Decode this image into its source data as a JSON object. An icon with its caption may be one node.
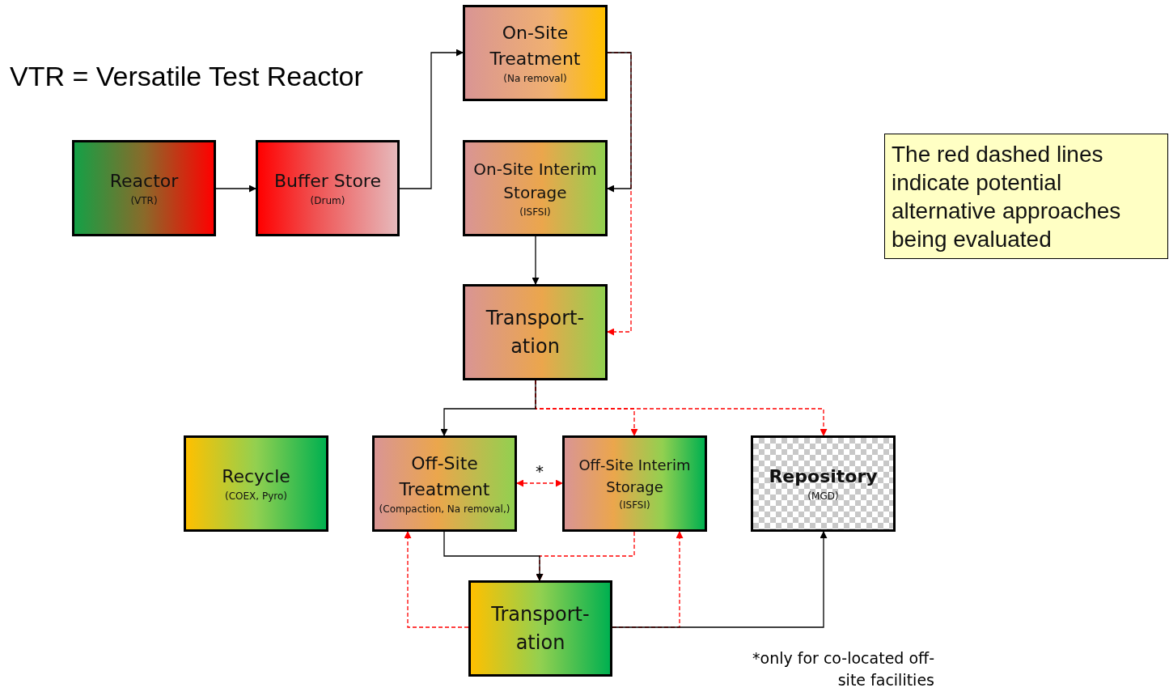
{
  "diagram": {
    "nodes": [
      {
        "text": [
          "Reactor",
          "(VTR)"
        ]
      },
      {
        "text": [
          "Buffer Store",
          "(Drum)"
        ]
      },
      {
        "text": [
          "On-Site Treatment",
          "(Na removal)"
        ]
      },
      {
        "text": [
          "On-Site Interim Storage",
          "(ISFSI)"
        ]
      },
      {
        "text": [
          "Transport- ation"
        ]
      },
      {
        "text": [
          "Recycle",
          "(COEX, Pyro)"
        ]
      },
      {
        "text": [
          "Off-Site Treatment",
          "(Compaction, Na removal,)"
        ]
      },
      {
        "text": [
          "Off-Site Interim Storage",
          "(ISFSI)"
        ]
      },
      {
        "text": [
          "Repository",
          "(MGD)"
        ]
      },
      {
        "text": [
          "Transport- ation"
        ]
      },
      {
        "text": [
          "The red dashed lines indicate potential alternative approaches being evaluated"
        ]
      }
    ],
    "edges": [
      {
        "from": 0,
        "to": 1,
        "arrow": "to"
      },
      {
        "from": 1,
        "to": 2,
        "arrow": "to"
      },
      {
        "from": 2,
        "to": 3,
        "arrow": "to"
      },
      {
        "from": 3,
        "to": 4,
        "arrow": "to"
      },
      {
        "from": 2,
        "to": 4,
        "arrow": "to",
        "style": "dashed",
        "color": "#ff0000"
      },
      {
        "from": 4,
        "to": 6,
        "arrow": "to"
      },
      {
        "from": 4,
        "to": 7,
        "arrow": "to",
        "style": "dashed",
        "color": "#ff0000"
      },
      {
        "from": 4,
        "to": 8,
        "arrow": "to",
        "style": "dashed",
        "color": "#ff0000"
      },
      {
        "from": 6,
        "to": 7,
        "arrow": "both",
        "style": "dashed",
        "color": "#ff0000",
        "label": "*"
      },
      {
        "from": 6,
        "to": 9,
        "arrow": "to"
      },
      {
        "from": 7,
        "to": 9,
        "arrow": "to",
        "style": "dashed",
        "color": "#ff0000"
      },
      {
        "from": 9,
        "to": 6,
        "arrow": "to",
        "style": "dashed",
        "color": "#ff0000"
      },
      {
        "from": 9,
        "to": 7,
        "arrow": "to",
        "style": "dashed",
        "color": "#ff0000"
      },
      {
        "from": 9,
        "to": 8,
        "arrow": "to"
      }
    ],
    "labels": [
      "VTR = Versatile Test Reactor",
      "*only for co-located off-site facilities"
    ]
  }
}
